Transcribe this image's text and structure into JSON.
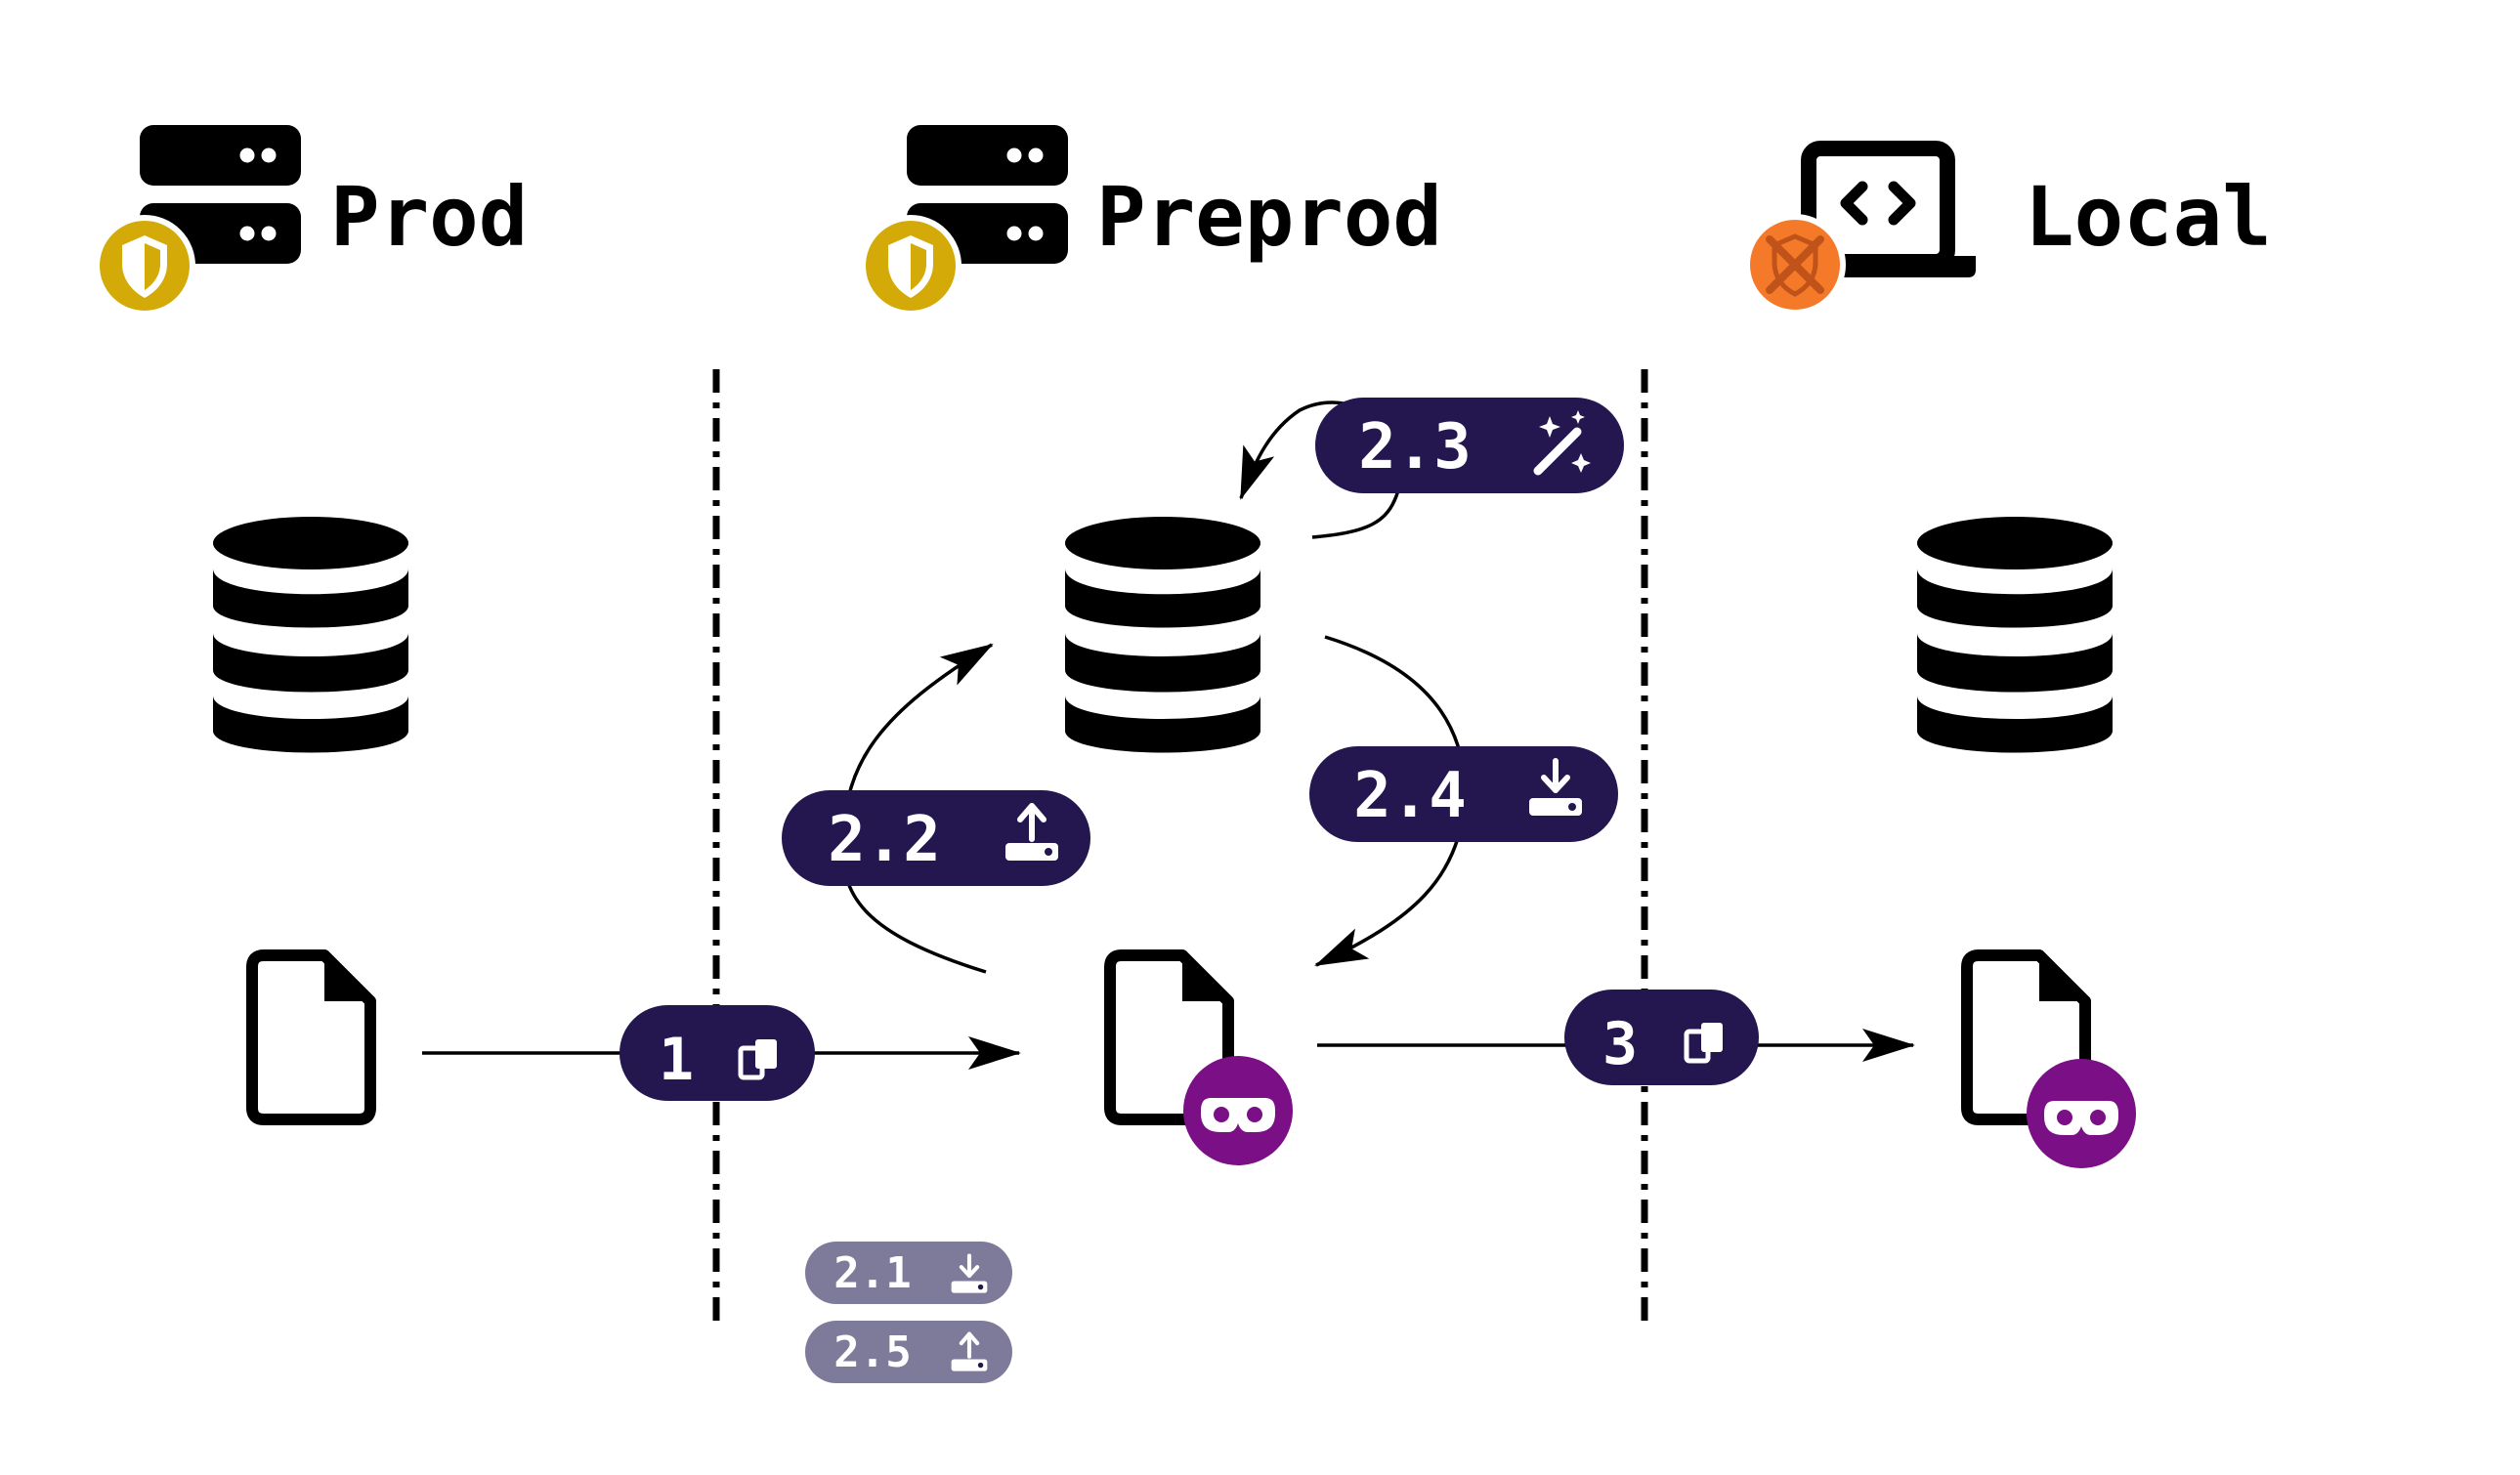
{
  "colors": {
    "pill": "#24164f",
    "pill_faded": "#7e7a99",
    "shield": "#d4aa08",
    "no_access": "#f47a2a",
    "anon_badge": "#7a0f86",
    "ink": "#000000",
    "background": "#ffffff"
  },
  "environments": {
    "prod": {
      "label": "Prod",
      "icon": "server-icon",
      "badge": "shield-icon"
    },
    "preprod": {
      "label": "Preprod",
      "icon": "server-icon",
      "badge": "shield-icon"
    },
    "local": {
      "label": "Local",
      "icon": "laptop-code-icon",
      "badge": "no-access-icon"
    }
  },
  "steps": {
    "s1": {
      "label": "1",
      "icon": "copy-icon"
    },
    "s21": {
      "label": "2.1",
      "icon": "download-icon"
    },
    "s22": {
      "label": "2.2",
      "icon": "upload-icon"
    },
    "s23": {
      "label": "2.3",
      "icon": "magic-wand-icon"
    },
    "s24": {
      "label": "2.4",
      "icon": "download-icon"
    },
    "s25": {
      "label": "2.5",
      "icon": "upload-icon"
    },
    "s3": {
      "label": "3",
      "icon": "copy-icon"
    }
  }
}
